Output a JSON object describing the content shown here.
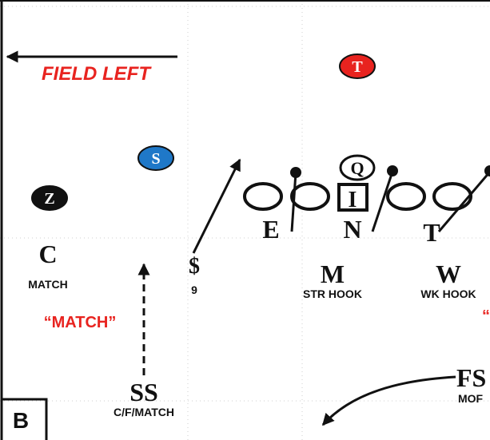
{
  "panel_label": "B",
  "field_direction": "FIELD LEFT",
  "colors": {
    "red": "#e8231f",
    "blue": "#1f78c8",
    "black": "#111111",
    "line": "#222222",
    "hash": "#d0d0d0"
  },
  "offense": {
    "t_marker": "T",
    "s_marker": "S",
    "z_marker": "Z",
    "q_marker": "Q",
    "center_marker": "I"
  },
  "defense": {
    "line": {
      "end": "E",
      "nose": "N",
      "tackle": "T"
    },
    "corner": {
      "letter": "C",
      "assignment": "MATCH"
    },
    "strong_safety": {
      "letter": "SS",
      "assignment": "C/F/MATCH"
    },
    "star": {
      "letter": "$",
      "number": "9"
    },
    "mike": {
      "letter": "M",
      "assignment": "STR HOOK"
    },
    "will": {
      "letter": "W",
      "assignment": "WK HOOK"
    },
    "free_safety": {
      "letter": "FS",
      "assignment": "MOF"
    }
  },
  "call_text": "“MATCH”",
  "call_text_cut": "“"
}
